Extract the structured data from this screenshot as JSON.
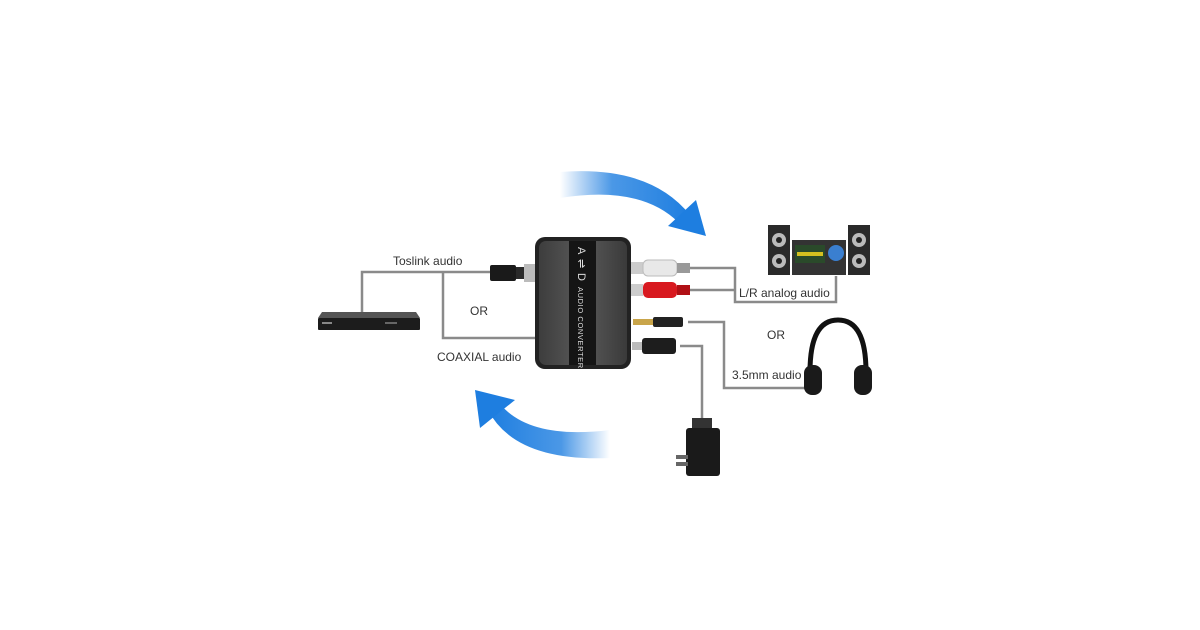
{
  "labels": {
    "toslink": "Toslink audio",
    "or_input": "OR",
    "coaxial": "COAXIAL audio",
    "lr_analog": "L/R analog audio",
    "or_output": "OR",
    "jack35": "3.5mm audio"
  },
  "device": {
    "title_a": "A",
    "title_arrow": "⇌",
    "title_d": "D",
    "title_text": "AUDIO CONVERTER"
  },
  "colors": {
    "arrow": "#1e7ee0",
    "device_body": "#4a4a4a",
    "rca_red": "#d8191f",
    "rca_white": "#e8e8e8",
    "wire": "#8a8a8a"
  }
}
